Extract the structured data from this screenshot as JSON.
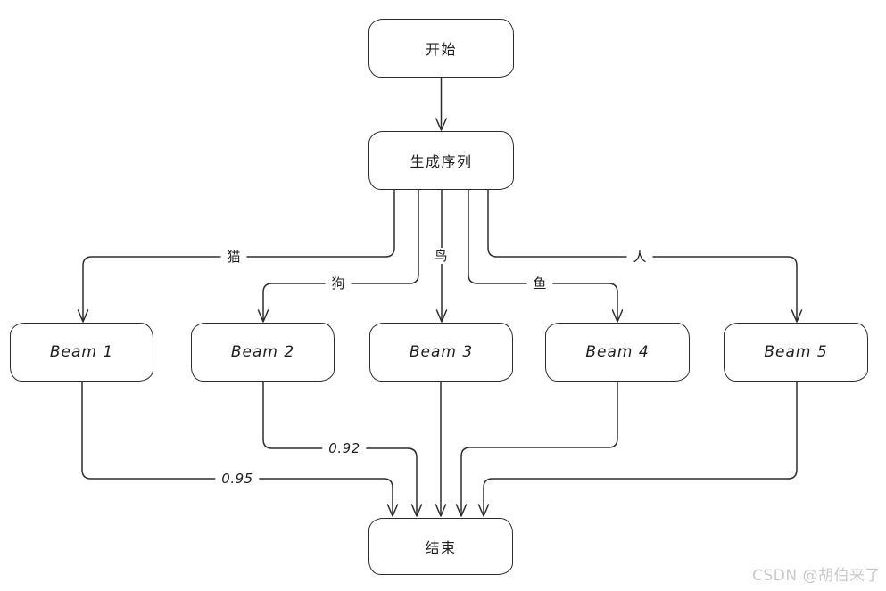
{
  "nodes": {
    "start": "开始",
    "generate": "生成序列",
    "beam1": "Beam 1",
    "beam2": "Beam 2",
    "beam3": "Beam 3",
    "beam4": "Beam 4",
    "beam5": "Beam 5",
    "end": "结束"
  },
  "edge_labels": {
    "to_beam1": "猫",
    "to_beam2": "狗",
    "to_beam3": "鸟",
    "to_beam4": "鱼",
    "to_beam5": "人",
    "beam2_to_end": "0.92",
    "beam1_to_end": "0.95"
  },
  "watermark": "CSDN @胡伯来了",
  "colors": {
    "stroke": "#2d2d2d",
    "node_border": "#2b2b2b",
    "background": "#ffffff",
    "watermark_text": "#c9c9c9"
  }
}
